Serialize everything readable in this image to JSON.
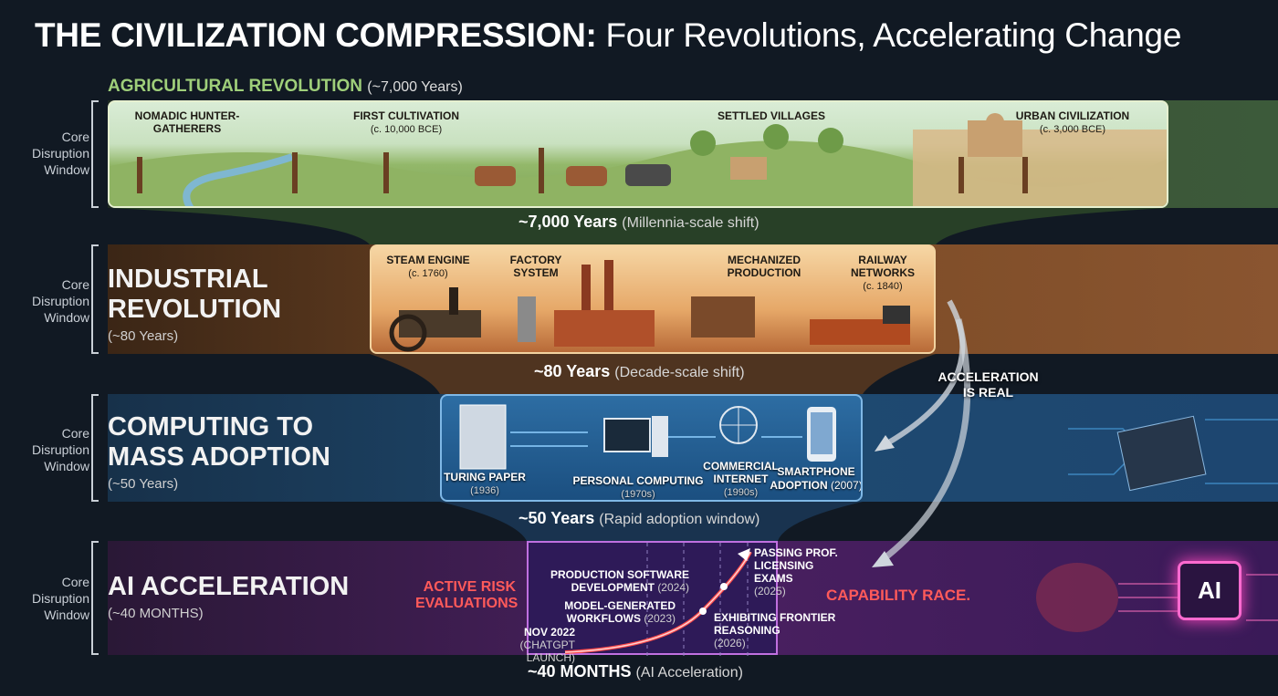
{
  "title": {
    "bold": "THE CIVILIZATION COMPRESSION:",
    "rest": " Four Revolutions, Accelerating Change"
  },
  "core_label": "Core Disruption Window",
  "agricultural": {
    "heading": "AGRICULTURAL REVOLUTION",
    "heading_duration": "(~7,000 Years)",
    "stages": [
      {
        "label": "NOMADIC HUNTER-GATHERERS",
        "date": ""
      },
      {
        "label": "FIRST CULTIVATION",
        "date": "(c. 10,000 BCE)"
      },
      {
        "label": "SETTLED VILLAGES",
        "date": ""
      },
      {
        "label": "URBAN CIVILIZATION",
        "date": "(c. 3,000 BCE)"
      }
    ],
    "caption_bold": "~7,000 Years",
    "caption_note": "(Millennia-scale shift)",
    "color": "#9fcf7a"
  },
  "industrial": {
    "name_line1": "INDUSTRIAL",
    "name_line2": "REVOLUTION",
    "duration": "(~80 Years)",
    "stages": [
      {
        "label": "STEAM ENGINE",
        "date": "(c. 1760)"
      },
      {
        "label": "FACTORY SYSTEM",
        "date": ""
      },
      {
        "label": "MECHANIZED PRODUCTION",
        "date": ""
      },
      {
        "label": "RAILWAY NETWORKS",
        "date": "(c. 1840)"
      }
    ],
    "caption_bold": "~80 Years",
    "caption_note": "(Decade-scale shift)"
  },
  "computing": {
    "name_line1": "COMPUTING TO",
    "name_line2": "MASS ADOPTION",
    "duration": "(~50 Years)",
    "stages": [
      {
        "label": "TURING PAPER",
        "date": "(1936)"
      },
      {
        "label": "PERSONAL COMPUTING",
        "date": "(1970s)"
      },
      {
        "label": "COMMERCIAL INTERNET",
        "date": "(1990s)"
      },
      {
        "label": "SMARTPHONE ADOPTION",
        "date": "(2007)"
      }
    ],
    "caption_bold": "~50 Years",
    "caption_note": "(Rapid adoption window)"
  },
  "ai": {
    "name": "AI ACCELERATION",
    "duration": "(~40 MONTHS)",
    "left_callout": "ACTIVE RISK EVALUATIONS",
    "right_callout": "CAPABILITY RACE.",
    "chip_label": "AI",
    "milestones": [
      {
        "label": "NOV 2022",
        "date": "(CHATGPT LAUNCH)"
      },
      {
        "label": "MODEL-GENERATED WORKFLOWS",
        "date": "(2023)"
      },
      {
        "label": "PRODUCTION SOFTWARE DEVELOPMENT",
        "date": "(2024)"
      },
      {
        "label": "PASSING PROF. LICENSING EXAMS",
        "date": "(2025)"
      },
      {
        "label": "EXHIBITING FRONTIER REASONING",
        "date": "(2026)"
      }
    ],
    "caption_bold": "~40 MONTHS",
    "caption_note": "(AI Acceleration)",
    "accent": "#ff4a4a"
  },
  "acceleration_note": "ACCELERATION IS REAL"
}
